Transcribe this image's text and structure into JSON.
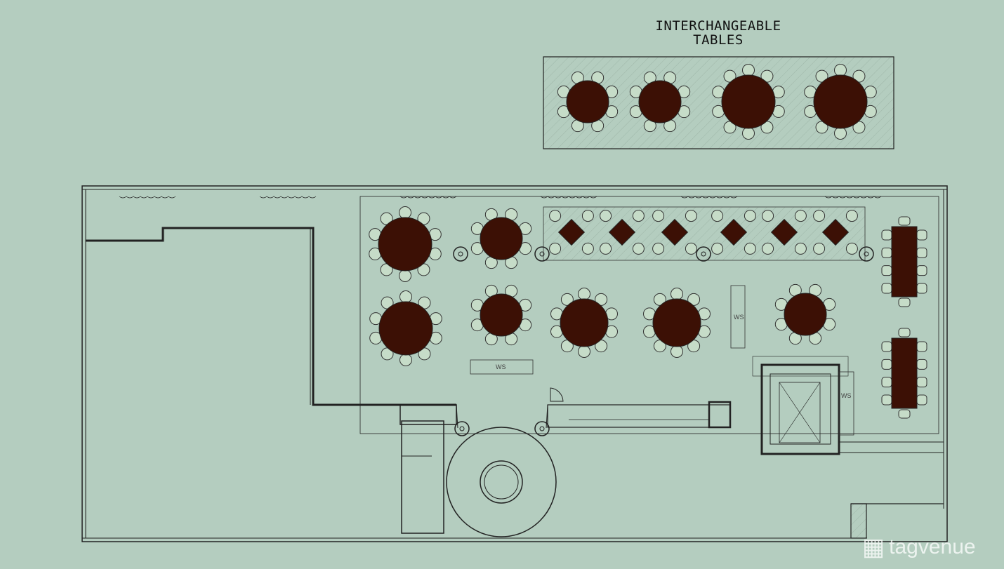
{
  "legend": {
    "title_line1": "INTERCHANGEABLE",
    "title_line2": "TABLES"
  },
  "labels": {
    "ws": "WS"
  },
  "watermark": {
    "brand": "tagvenue"
  },
  "colors": {
    "background": "#b4cdbf",
    "table": "#3c1005",
    "chair": "#c6dcc8",
    "wall": "#1a1a1a"
  }
}
